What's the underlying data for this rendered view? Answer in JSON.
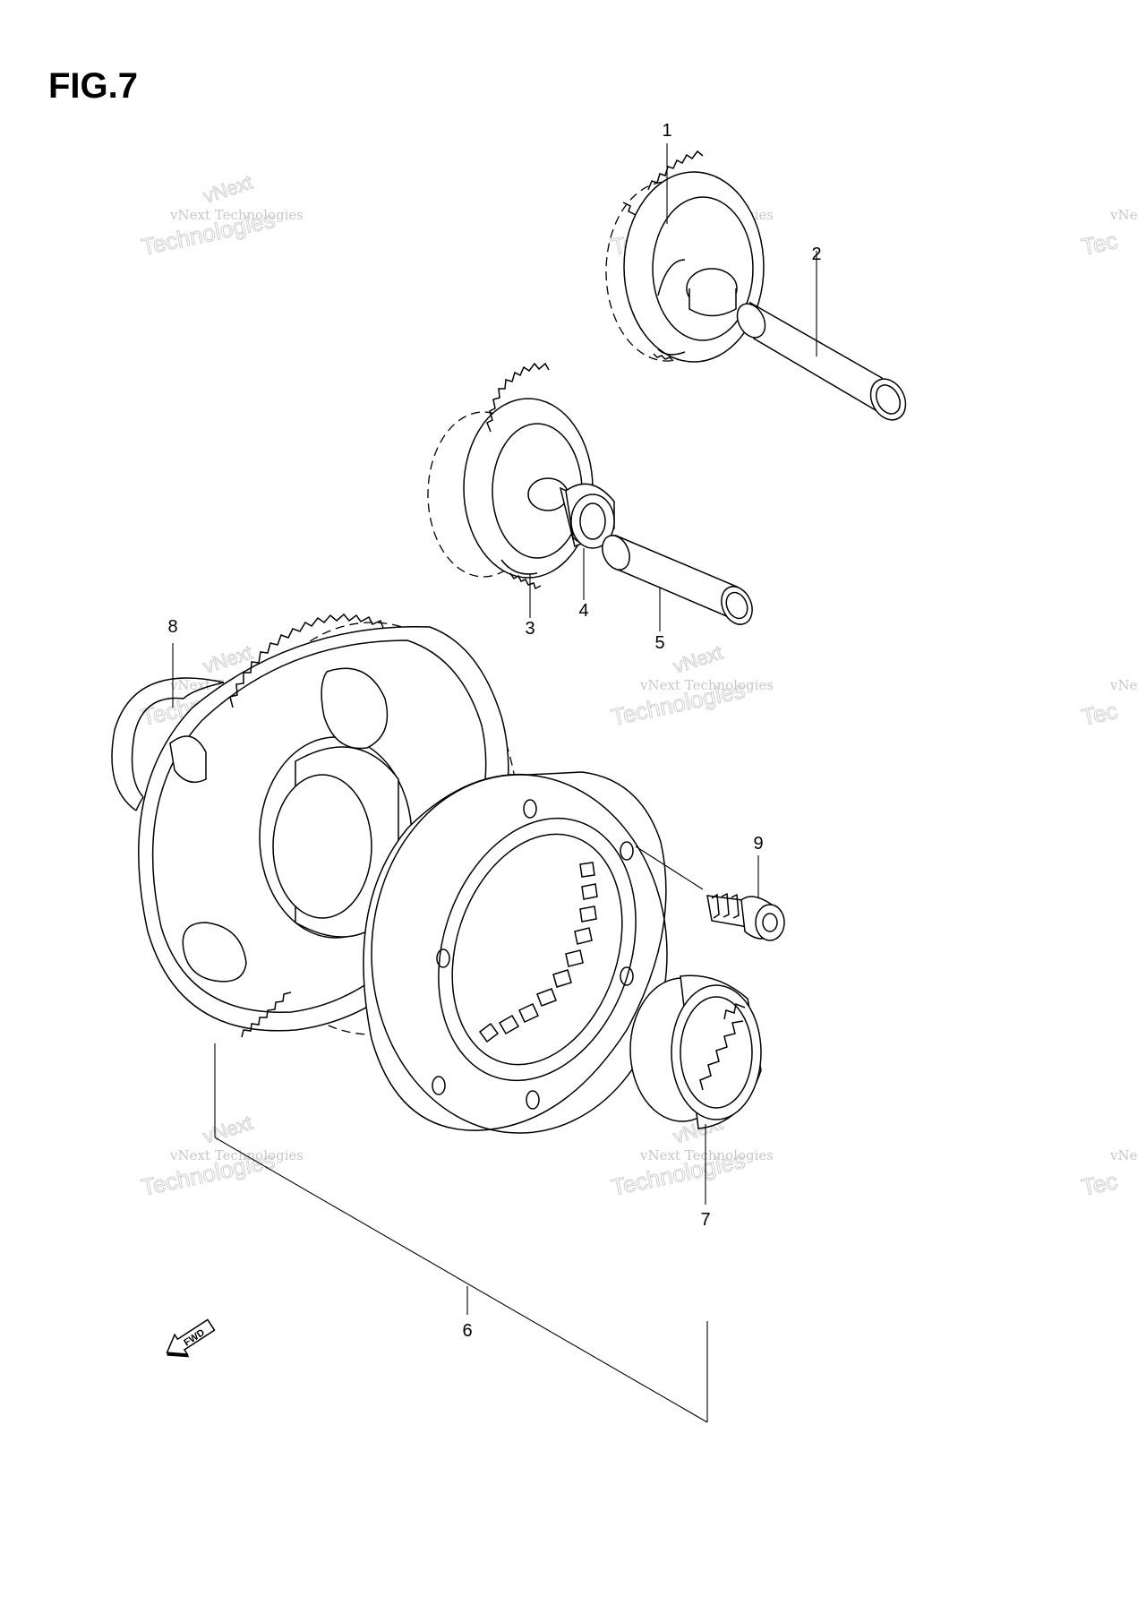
{
  "title": "FIG.7",
  "watermark": {
    "line1": "vNext Technologies",
    "line2": "vNext",
    "line3": "Technologies",
    "cut1": "vNe",
    "cut3": "Tec"
  },
  "callouts": [
    "1",
    "2",
    "3",
    "4",
    "5",
    "6",
    "7",
    "8",
    "9"
  ],
  "fwd": "FWD"
}
